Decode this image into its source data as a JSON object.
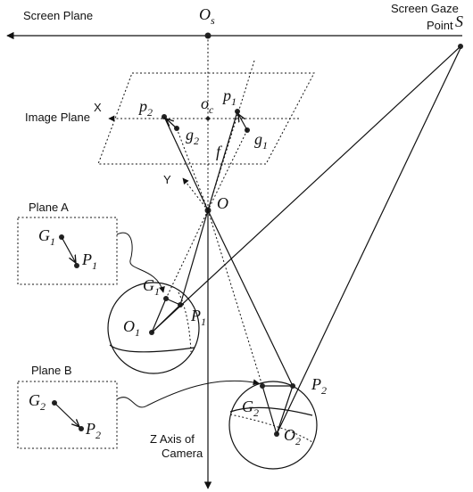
{
  "labels": {
    "screen_plane": "Screen Plane",
    "screen_gaze_point": [
      "Screen Gaze",
      "Point"
    ],
    "image_plane": "Image Plane",
    "x_axis": "X",
    "y_axis": "Y",
    "plane_a": "Plane A",
    "plane_b": "Plane B",
    "z_axis": [
      "Z Axis of",
      "Camera"
    ]
  },
  "symbols": {
    "O_s": {
      "main": "O",
      "sub": "s"
    },
    "S": {
      "main": "S"
    },
    "o_c": {
      "main": "o",
      "sub": "c"
    },
    "p_1": {
      "main": "p",
      "sub": "1"
    },
    "p_2": {
      "main": "p",
      "sub": "2"
    },
    "g_1": {
      "main": "g",
      "sub": "1"
    },
    "g_2": {
      "main": "g",
      "sub": "2"
    },
    "f": {
      "main": "f"
    },
    "O": {
      "main": "O"
    },
    "G_1": {
      "main": "G",
      "sub": "1"
    },
    "P_1": {
      "main": "P",
      "sub": "1"
    },
    "O_1": {
      "main": "O",
      "sub": "1"
    },
    "G_2": {
      "main": "G",
      "sub": "2"
    },
    "P_2": {
      "main": "P",
      "sub": "2"
    },
    "O_2": {
      "main": "O",
      "sub": "2"
    },
    "inset_a_G1": {
      "main": "G",
      "sub": "1"
    },
    "inset_a_P1": {
      "main": "P",
      "sub": "1"
    },
    "inset_b_G2": {
      "main": "G",
      "sub": "2"
    },
    "inset_b_P2": {
      "main": "P",
      "sub": "2"
    }
  }
}
